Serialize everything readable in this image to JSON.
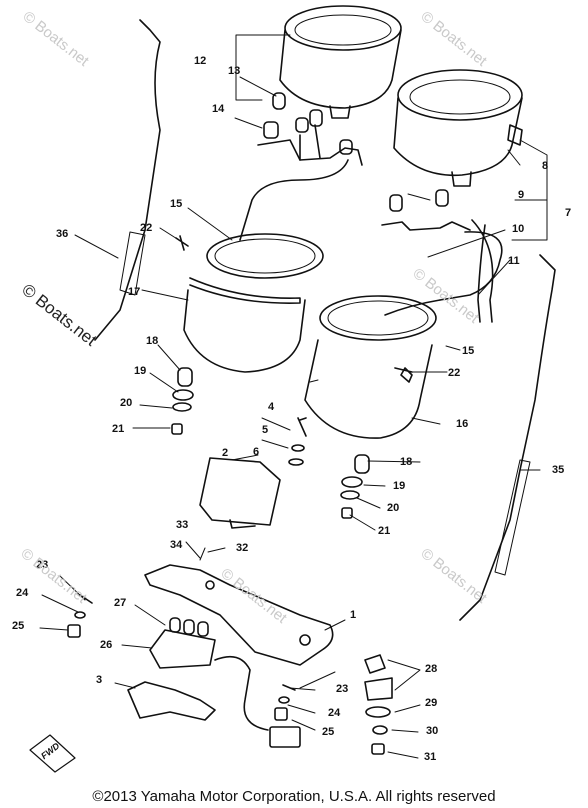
{
  "callouts": {
    "c1": "1",
    "c2": "2",
    "c3": "3",
    "c4": "4",
    "c5": "5",
    "c6": "6",
    "c7": "7",
    "c8": "8",
    "c9": "9",
    "c10": "10",
    "c11": "11",
    "c12": "12",
    "c13": "13",
    "c14": "14",
    "c15a": "15",
    "c15b": "15",
    "c16": "16",
    "c17": "17",
    "c18a": "18",
    "c18b": "18",
    "c19a": "19",
    "c19b": "19",
    "c20a": "20",
    "c20b": "20",
    "c21a": "21",
    "c21b": "21",
    "c22a": "22",
    "c22b": "22",
    "c23a": "23",
    "c23b": "23",
    "c24a": "24",
    "c24b": "24",
    "c25a": "25",
    "c25b": "25",
    "c26": "26",
    "c27": "27",
    "c28": "28",
    "c29": "29",
    "c30": "30",
    "c31": "31",
    "c32": "32",
    "c33": "33",
    "c34": "34",
    "c35": "35",
    "c36": "36"
  },
  "watermarks": {
    "w1": "© Boats.net",
    "w2": "© Boats.net",
    "w3": "© Boats.net",
    "w4": "© Boats.net",
    "w5": "© Boats.net",
    "w6": "© Boats.net",
    "w7": "© Boats.net"
  },
  "direction_label": "FWD",
  "footer": "©2013 Yamaha Motor Corporation, U.S.A. All rights reserved"
}
